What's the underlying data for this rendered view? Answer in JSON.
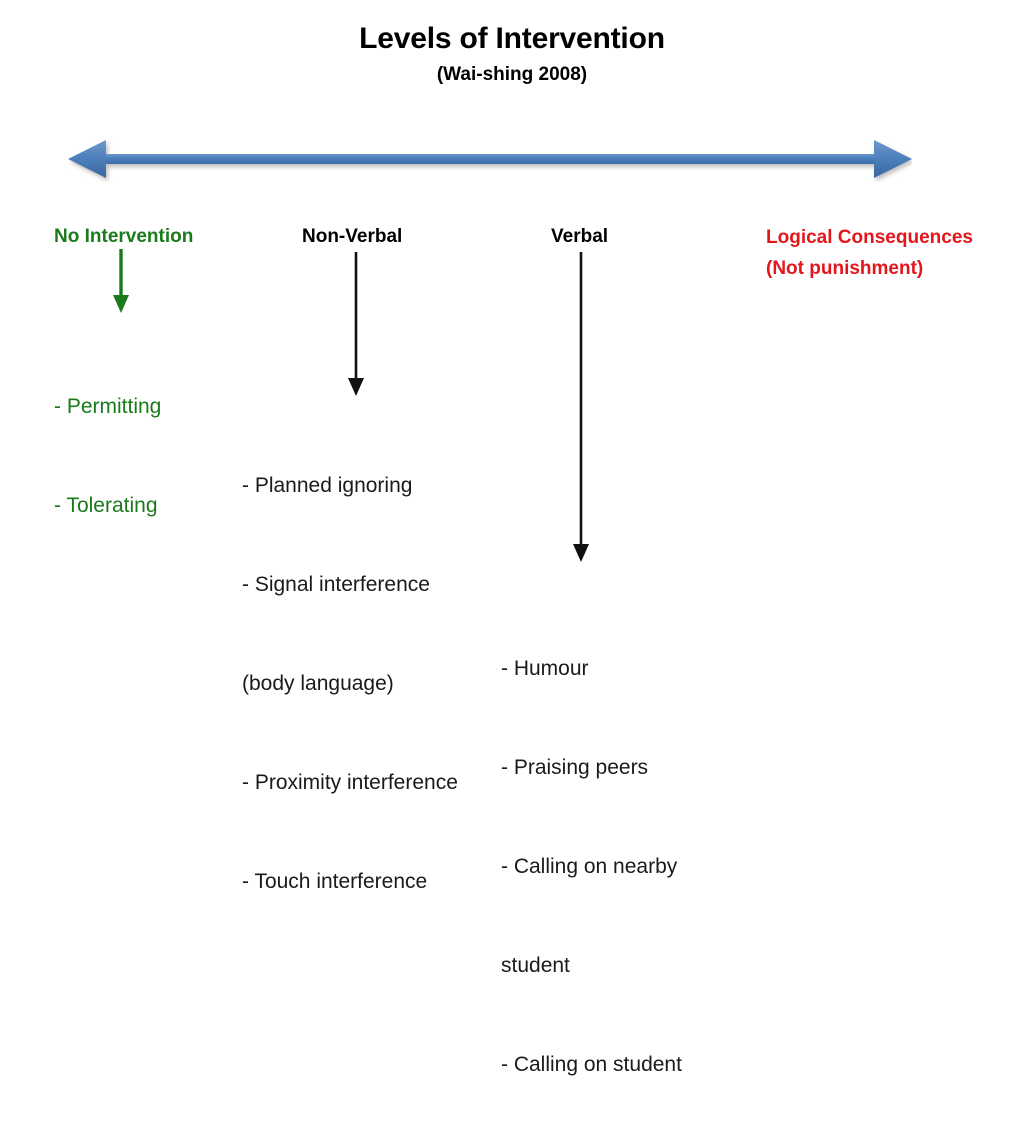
{
  "slide": {
    "title": "Levels of Intervention",
    "subtitle": "(Wai-shing 2008)",
    "background_color": "#FFFFFF"
  },
  "colors": {
    "arrow_blue": "#4F81BD",
    "arrow_blue_dark": "#3A6A9E",
    "green": "#1B7A1B",
    "red": "#E3161C",
    "black": "#1A1A1A"
  },
  "spectrum_arrow": {
    "icon": "double-headed-horizontal-arrow",
    "direction": "both",
    "color": "#4F81BD",
    "left_end_label": "No Intervention",
    "right_end_label": "Logical Consequences"
  },
  "levels": [
    {
      "key": "no-intervention",
      "label": "No Intervention",
      "color": "#1B7A1B",
      "arrow_icon": "down-arrow-icon",
      "arrow_color": "#1B7A1B",
      "items": [
        "- Permitting",
        "- Tolerating"
      ]
    },
    {
      "key": "non-verbal",
      "label": "Non-Verbal",
      "color": "#000000",
      "arrow_icon": "down-arrow-icon",
      "arrow_color": "#000000",
      "items": [
        "- Planned ignoring",
        "- Signal interference",
        "(body language)",
        "- Proximity interference",
        "- Touch interference"
      ]
    },
    {
      "key": "verbal",
      "label": "Verbal",
      "color": "#000000",
      "arrow_icon": "down-arrow-icon",
      "arrow_color": "#000000",
      "items": [
        "- Humour",
        "- Praising peers",
        "- Calling on nearby",
        "student",
        "- Calling on student"
      ]
    },
    {
      "key": "logical-consequences",
      "label": "Logical\nConsequences\n(Not punishment)",
      "label_lines": [
        "Logical",
        "Consequences",
        "(Not punishment)"
      ],
      "color": "#E3161C",
      "arrow_icon": null,
      "items": []
    }
  ]
}
